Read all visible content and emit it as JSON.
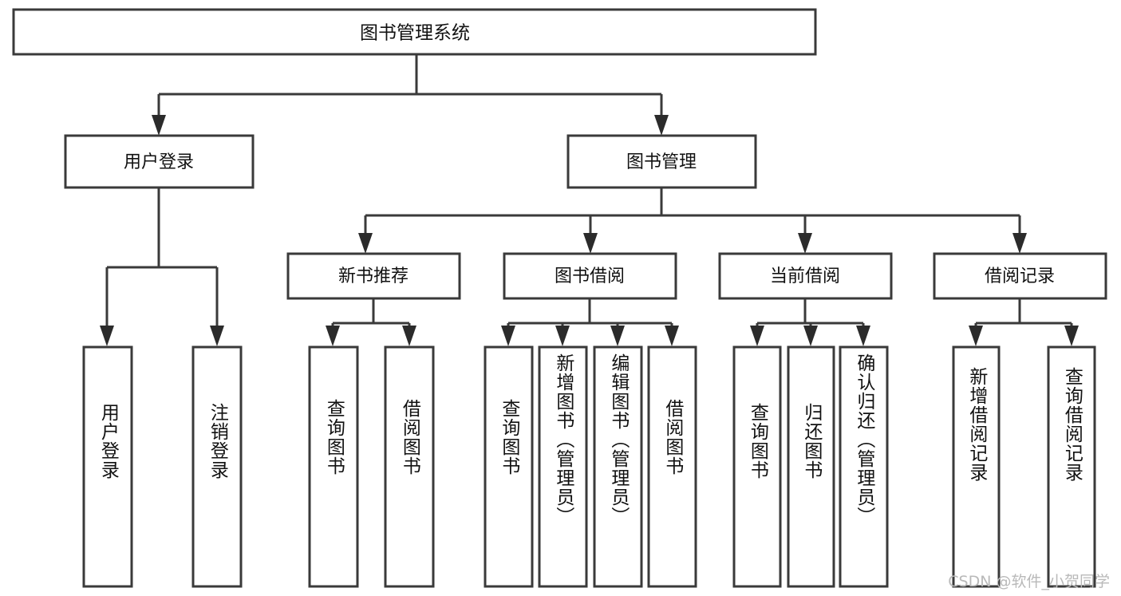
{
  "diagram": {
    "title": "图书管理系统",
    "type": "tree",
    "orientation": "top-down",
    "watermark": "CSDN @软件_小贺同学",
    "colors": {
      "box_stroke": "#3a3a3a",
      "box_fill": "#ffffff",
      "connector": "#3a3a3a",
      "arrow": "#2b2b2b",
      "text": "#111111",
      "watermark": "#b9b9b9",
      "background": "#ffffff"
    }
  },
  "nodes": {
    "root": {
      "label": "图书管理系统"
    },
    "level1": [
      {
        "id": "user-login",
        "label": "用户登录"
      },
      {
        "id": "book-management",
        "label": "图书管理"
      }
    ],
    "level2": [
      {
        "id": "new-book-recommend",
        "label": "新书推荐"
      },
      {
        "id": "book-borrow",
        "label": "图书借阅"
      },
      {
        "id": "current-borrow",
        "label": "当前借阅"
      },
      {
        "id": "borrow-record",
        "label": "借阅记录"
      }
    ],
    "leaves": [
      {
        "id": "leaf-user-login",
        "label": "用户登录",
        "parent": "user-login"
      },
      {
        "id": "leaf-logout-login",
        "label": "注销登录",
        "parent": "user-login"
      },
      {
        "id": "leaf-query-book-1",
        "label": "查询图书",
        "parent": "new-book-recommend"
      },
      {
        "id": "leaf-borrow-book-1",
        "label": "借阅图书",
        "parent": "new-book-recommend"
      },
      {
        "id": "leaf-query-book-2",
        "label": "查询图书",
        "parent": "book-borrow"
      },
      {
        "id": "leaf-add-book-admin",
        "label": "新增图书（管理员）",
        "parent": "book-borrow"
      },
      {
        "id": "leaf-edit-book-admin",
        "label": "编辑图书（管理员）",
        "parent": "book-borrow"
      },
      {
        "id": "leaf-borrow-book-2",
        "label": "借阅图书",
        "parent": "book-borrow"
      },
      {
        "id": "leaf-query-book-3",
        "label": "查询图书",
        "parent": "current-borrow"
      },
      {
        "id": "leaf-return-book",
        "label": "归还图书",
        "parent": "current-borrow"
      },
      {
        "id": "leaf-confirm-return-admin",
        "label": "确认归还（管理员）",
        "parent": "current-borrow"
      },
      {
        "id": "leaf-add-borrow-record",
        "label": "新增借阅记录",
        "parent": "borrow-record"
      },
      {
        "id": "leaf-query-borrow-record",
        "label": "查询借阅记录",
        "parent": "borrow-record"
      }
    ]
  }
}
